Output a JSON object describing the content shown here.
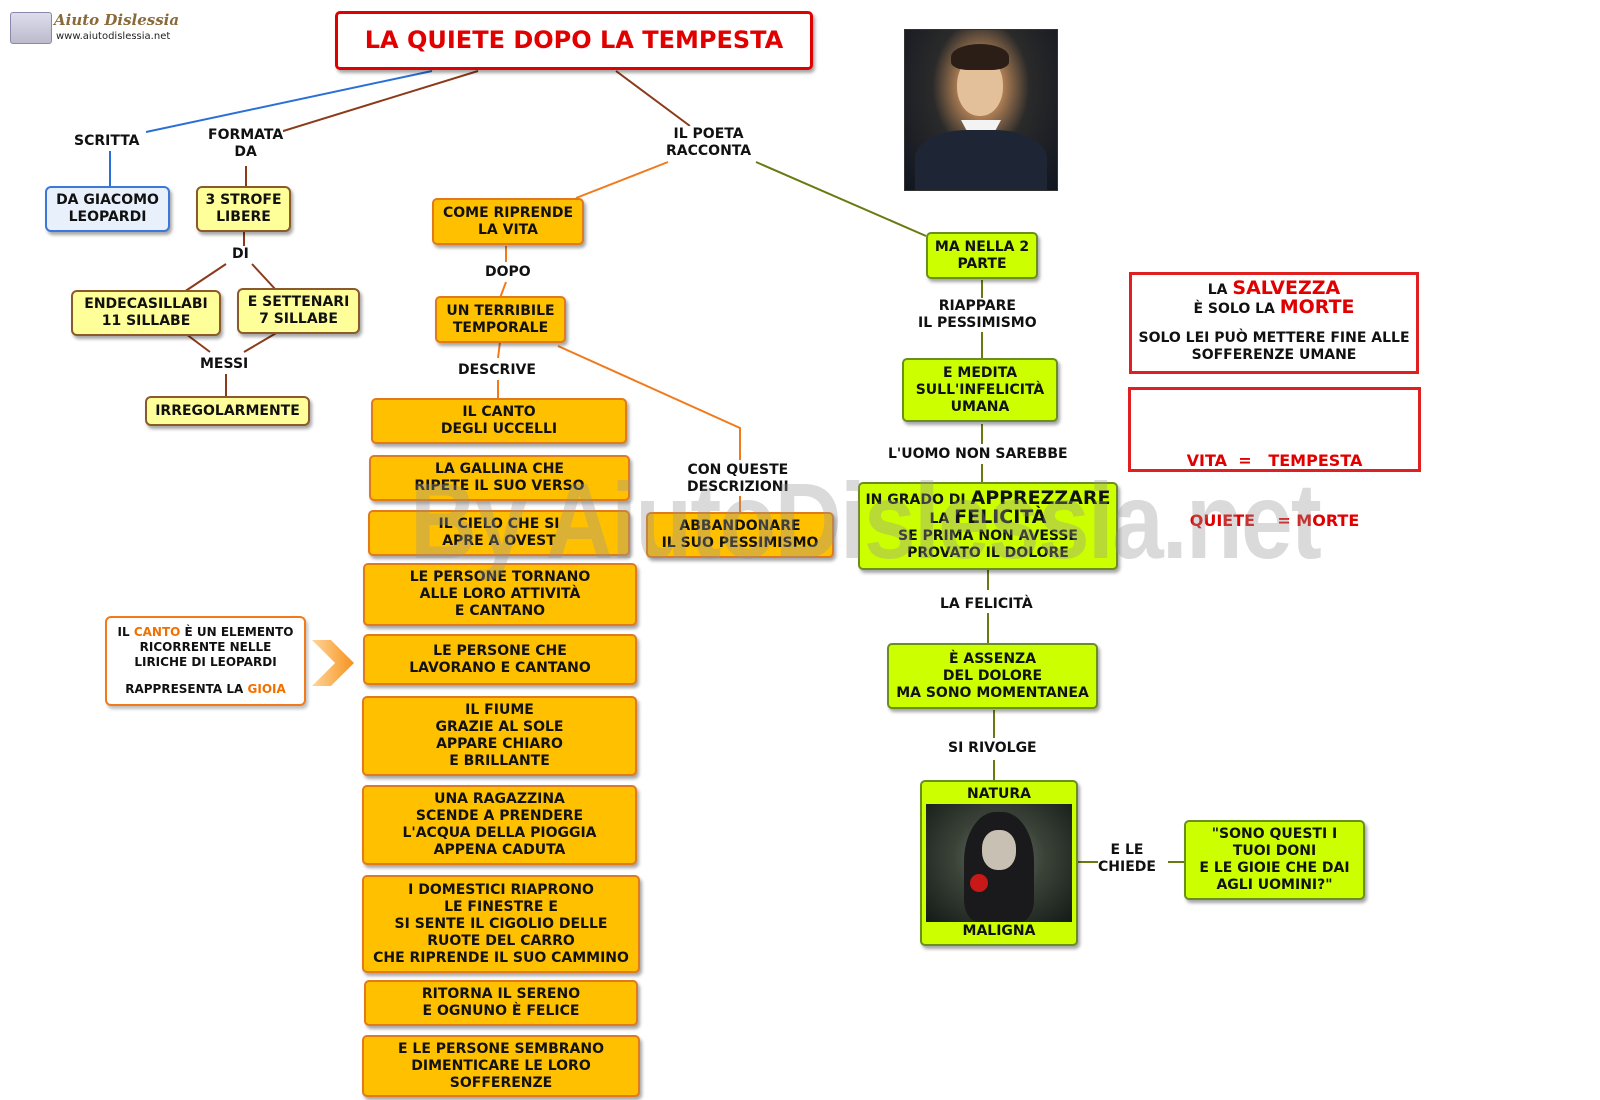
{
  "logo": {
    "brand": "Aiuto Dislessia",
    "url": "www.aiutodislessia.net"
  },
  "title": "LA QUIETE DOPO LA TEMPESTA",
  "portrait": {
    "icon": "leopardi-portrait-image"
  },
  "labels": {
    "scritta": "SCRITTA",
    "formata": [
      "FORMATA",
      "DA"
    ],
    "racconta": [
      "IL POETA",
      "RACCONTA"
    ],
    "di": "DI",
    "messi": "MESSI",
    "dopo": "DOPO",
    "descrive": "DESCRIVE",
    "con_queste": [
      "CON QUESTE",
      "DESCRIZIONI"
    ],
    "riappare": [
      "RIAPPARE",
      "IL PESSIMISMO"
    ],
    "uomo": "L'UOMO NON SAREBBE",
    "felicita": "LA FELICITÀ",
    "rivolge": "SI RIVOLGE",
    "chiede": [
      "E LE",
      "CHIEDE"
    ]
  },
  "left": {
    "leopardi": [
      "DA GIACOMO",
      "LEOPARDI"
    ],
    "strofe": [
      "3 STROFE",
      "LIBERE"
    ],
    "endecasillabi": [
      "ENDECASILLABI",
      "11 SILLABE"
    ],
    "settenari": [
      "E SETTENARI",
      "7 SILLABE"
    ],
    "irregolarmente": "IRREGOLARMENTE"
  },
  "middle": {
    "riprende": [
      "COME RIPRENDE",
      "LA VITA"
    ],
    "temporale": [
      "UN TERRIBILE",
      "TEMPORALE"
    ],
    "abbandonare": [
      "ABBANDONARE",
      "IL SUO PESSIMISMO"
    ],
    "descriptions": [
      [
        "IL CANTO",
        "DEGLI UCCELLI"
      ],
      [
        "LA GALLINA CHE",
        "RIPETE IL SUO VERSO"
      ],
      [
        "IL CIELO CHE SI",
        "APRE A OVEST"
      ],
      [
        "LE PERSONE TORNANO",
        "ALLE LORO ATTIVITÀ",
        "E CANTANO"
      ],
      [
        "LE PERSONE CHE",
        "LAVORANO E CANTANO"
      ],
      [
        "IL FIUME",
        "GRAZIE AL SOLE",
        "APPARE CHIARO",
        "E BRILLANTE"
      ],
      [
        "UNA RAGAZZINA",
        "SCENDE A PRENDERE",
        "L'ACQUA DELLA PIOGGIA",
        "APPENA CADUTA"
      ],
      [
        "I DOMESTICI RIAPRONO",
        "LE FINESTRE E",
        "SI SENTE IL CIGOLIO DELLE",
        "RUOTE DEL CARRO",
        "CHE RIPRENDE IL SUO CAMMINO"
      ],
      [
        "RITORNA IL SERENO",
        "E OGNUNO È FELICE"
      ],
      [
        "E LE PERSONE SEMBRANO",
        "DIMENTICARE LE LORO",
        "SOFFERENZE"
      ]
    ]
  },
  "note": {
    "l1a": "IL ",
    "l1b": "CANTO",
    "l1c": " È UN ELEMENTO",
    "l2": "RICORRENTE NELLE",
    "l3": "LIRICHE DI LEOPARDI",
    "l4a": "RAPPRESENTA LA ",
    "l4b": "GIOIA"
  },
  "right": {
    "seconda": [
      "MA NELLA 2",
      "PARTE"
    ],
    "medita": [
      "E MEDITA",
      "SULL'INFELICITÀ",
      "UMANA"
    ],
    "grado": {
      "a": "IN GRADO DI ",
      "b": "APPREZZARE",
      "c": "LA ",
      "d": "FELICITÀ",
      "e": "SE PRIMA NON AVESSE",
      "f": "PROVATO IL DOLORE"
    },
    "assenza": [
      "È ASSENZA",
      "DEL DOLORE",
      "MA SONO MOMENTANEA"
    ],
    "natura_top": "NATURA",
    "natura_bottom": "MALIGNA",
    "witch_icon": "witch-image",
    "quote": [
      "\"SONO QUESTI I",
      "TUOI DONI",
      "E LE GIOIE CHE DAI",
      "AGLI UOMINI?\""
    ]
  },
  "salvezza": {
    "a": "LA ",
    "b": "SALVEZZA",
    "c": "È SOLO LA ",
    "d": "MORTE",
    "e": "SOLO LEI PUÒ METTERE FINE ALLE",
    "f": "SOFFERENZE UMANE"
  },
  "vita": {
    "l1": "VITA  =   TEMPESTA",
    "l2": "QUIETE    = MORTE"
  },
  "watermark": "By AiutoDislessia.net"
}
